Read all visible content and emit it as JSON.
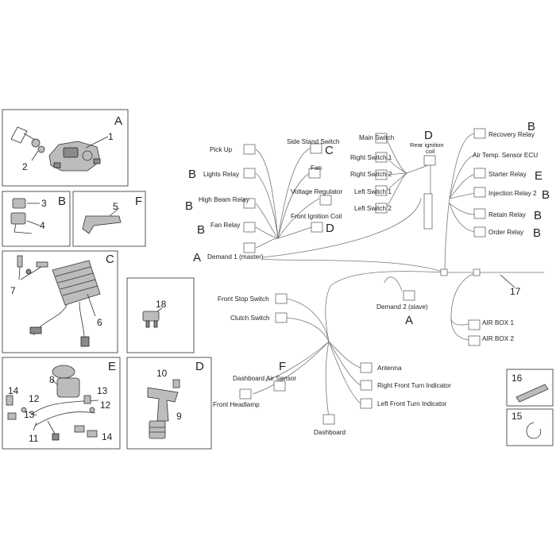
{
  "panels": {
    "a": {
      "letter": "A",
      "numbers": [
        "1",
        "2"
      ]
    },
    "b": {
      "letter": "B",
      "numbers": [
        "3",
        "4"
      ]
    },
    "f": {
      "letter": "F",
      "numbers": [
        "5"
      ]
    },
    "c": {
      "letter": "C",
      "numbers": [
        "6",
        "7"
      ]
    },
    "p18": {
      "numbers": [
        "18"
      ]
    },
    "e": {
      "letter": "E",
      "numbers": [
        "8",
        "14",
        "12",
        "13",
        "11",
        "13",
        "12",
        "14"
      ]
    },
    "d": {
      "letter": "D",
      "numbers": [
        "10",
        "9"
      ]
    },
    "p16": {
      "numbers": [
        "16"
      ]
    },
    "p15": {
      "numbers": [
        "15"
      ]
    }
  },
  "harness": {
    "label": "17",
    "connectors": {
      "pick_up": "Pick Up",
      "side_stand_switch": "Side Stand Switch",
      "lights_relay": "Lights Relay",
      "fan": "Fan",
      "high_beam_relay": "High Beam Relay",
      "voltage_regulator": "Voltage Regulator",
      "fan_relay": "Fan Relay",
      "front_ignition_coil": "Front Ignition Coil",
      "demand_1": "Demand 1 (master)",
      "main_switch": "Main Switch",
      "right_switch_1": "Right Switch 1",
      "right_switch_2": "Right Switch 2",
      "left_switch_1": "Left Switch 1",
      "left_switch_2": "Left Switch 2",
      "rear_ignition_coil_1": "Rear ignition",
      "rear_ignition_coil_2": "coil",
      "recovery_relay": "Recovery Relay",
      "air_temp_sensor": "Air Temp. Sensor ECU",
      "starter_relay": "Starter Relay",
      "injection_relay_2": "Injection Relay 2",
      "retain_relay": "Retain Relay",
      "order_relay": "Order Relay",
      "front_stop_switch": "Front Stop Switch",
      "clutch_switch": "Clutch Switch",
      "demand_2": "Demand 2 (slave)",
      "air_box_1": "AIR BOX 1",
      "air_box_2": "AIR BOX 2",
      "dashboard_air_sensor": "Dashboard Air Sensor",
      "antenna": "Antenna",
      "right_front_turn": "Right Front Turn Indicator",
      "left_front_turn": "Left Front Turn Indicator",
      "front_headlamp": "Front Headlamp",
      "dashboard": "Dashboard"
    },
    "callouts": {
      "pick_up": "",
      "side_stand": "C",
      "lights_relay": "B",
      "high_beam": "B",
      "fan_relay": "B",
      "front_coil": "D",
      "demand_1": "A",
      "rear_coil": "D",
      "recovery": "B",
      "starter": "E",
      "injection": "B",
      "retain": "B",
      "order": "B",
      "demand_2": "A",
      "dash_air": "F"
    }
  }
}
